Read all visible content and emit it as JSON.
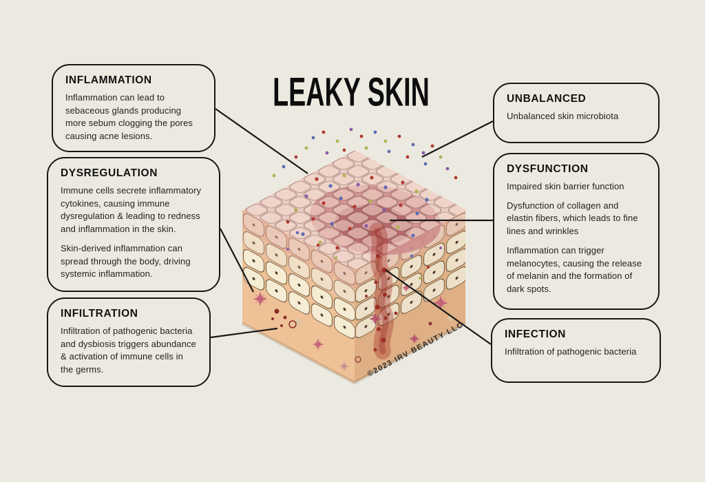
{
  "title": "LEAKY SKIN",
  "callouts": {
    "inflammation": {
      "heading": "INFLAMMATION",
      "body": "Inflammation can lead to sebaceous glands producing more sebum clogging the pores causing acne lesions."
    },
    "dysregulation": {
      "heading": "DYSREGULATION",
      "body1": "Immune cells secrete inflammatory cytokines, causing immune dysregulation & leading to redness and inflammation in the skin.",
      "body2": "Skin-derived inflammation can spread through the body, driving systemic inflammation."
    },
    "infiltration": {
      "heading": "INFILTRATION",
      "body": "Infiltration of pathogenic bacteria and dysbiosis triggers abundance & activation of immune cells in the germs."
    },
    "unbalanced": {
      "heading": "UNBALANCED",
      "body": "Unbalanced skin microbiota"
    },
    "dysfunction": {
      "heading": "DYSFUNCTION",
      "body1": "Impaired skin barrier function",
      "body2": "Dysfunction of collagen and elastin fibers, which leads to fine lines and wrinkles",
      "body3": "Inflammation can trigger melanocytes, causing the release of melanin and the formation of dark spots."
    },
    "infection": {
      "heading": "INFECTION",
      "body": "Infiltration of pathogenic bacteria"
    }
  },
  "illustration": {
    "copyright": "©2023 IRV BEAUTY LLC",
    "colors": {
      "background": "#ECEAE0",
      "line": "#161616",
      "text": "#1E1E1E",
      "dermis_left": "#EEC197",
      "dermis_right": "#E8B88C",
      "epidermis_cell": "#F6ECD4",
      "top_base": "#E9CFC6",
      "inflamed": "#B06468",
      "microbe_red": "#B23A32",
      "microbe_blue": "#5C6CB4",
      "microbe_olive": "#AEB455",
      "microbe_purple": "#8A5BA6"
    }
  }
}
